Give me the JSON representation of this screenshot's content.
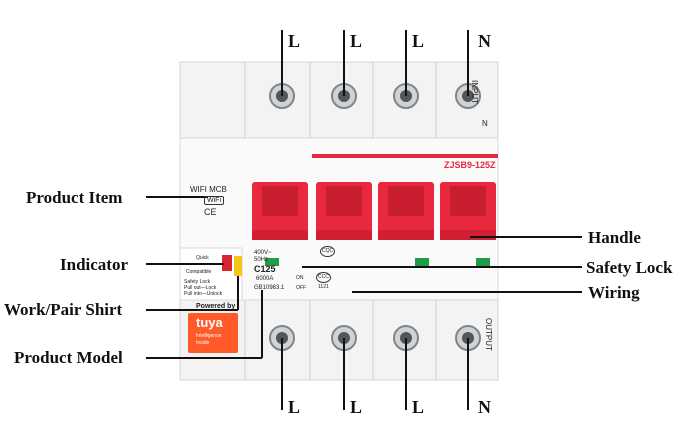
{
  "terminals": {
    "top": [
      "L",
      "L",
      "L",
      "N"
    ],
    "bottom": [
      "L",
      "L",
      "L",
      "N"
    ]
  },
  "callouts": {
    "left": [
      "Product Item",
      "Indicator",
      "Work/Pair Shirt",
      "Product Model"
    ],
    "right": [
      "Handle",
      "Safety Lock",
      "Wiring"
    ]
  },
  "device": {
    "input_label": "INPUT",
    "output_label": "OUTPUT",
    "n_label": "N",
    "model_code": "ZJSB9-125Z",
    "wifi_mcb": "WIFI MCB",
    "wifi_badge": "WiFi",
    "ce_mark": "CE",
    "quick_label": "Quick",
    "compatible_label": "Compatible",
    "lock_lines": [
      "Safety Lock",
      "Pull out—Lock",
      "Pull into—Unlock"
    ],
    "powered_by": "Powered by",
    "brand": "tuya",
    "brand_sub": [
      "Intelligence",
      "Inside"
    ],
    "rating_voltage": [
      "400V~",
      "50Hz"
    ],
    "model": "C125",
    "breaking_capacity": "6000A",
    "standard": "GB10963.1",
    "on_label": "ON",
    "off_label": "OFF",
    "ccc_number": "1121",
    "ccc_mark": "CCC",
    "cqc_mark": "CQC"
  },
  "colors": {
    "handle_red": "#e8283c",
    "indicator_red": "#d9252f",
    "wiring_green": "#1f9b4a",
    "tuya_orange": "#ff5a28",
    "body_grey": "#eeeeee"
  }
}
